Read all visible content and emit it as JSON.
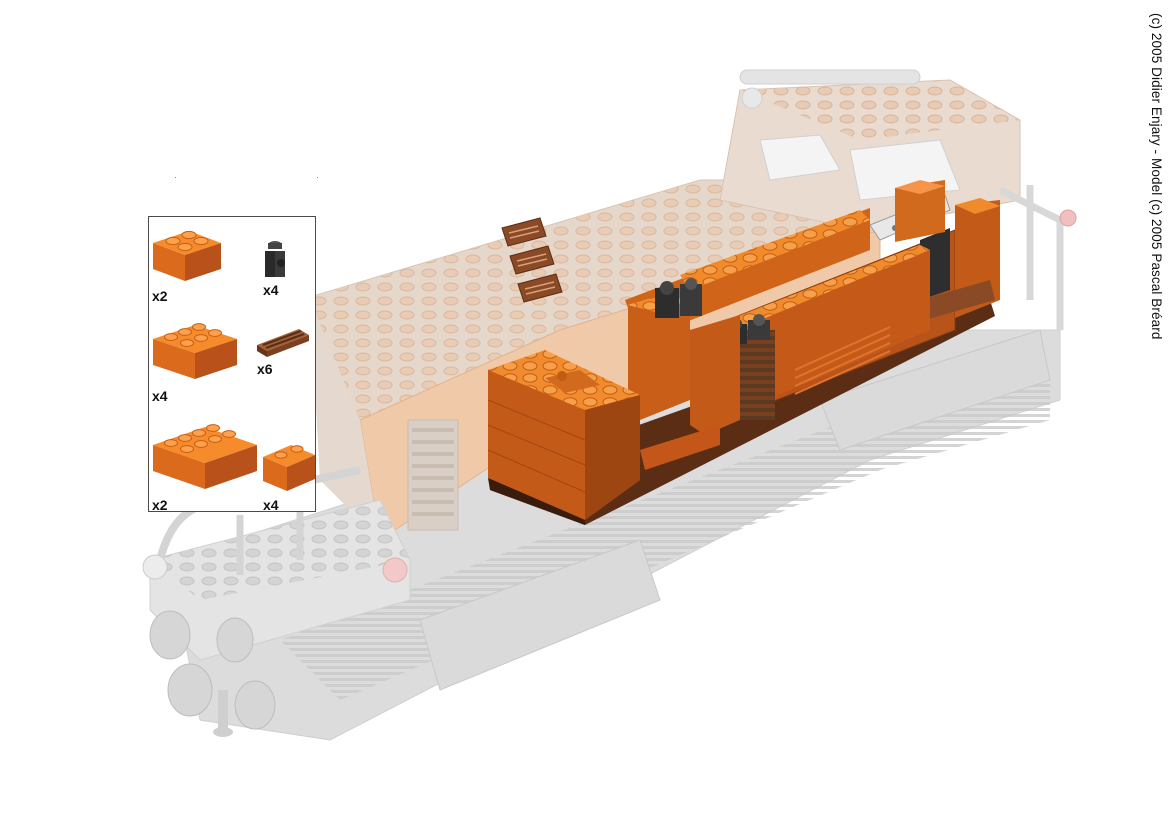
{
  "copyright": "(c) 2005 Didier Enjary - Model (c) 2005 Pascal Bréard",
  "parts": [
    {
      "name": "brick-2x2-orange",
      "qty": "x2"
    },
    {
      "name": "headlight-brick-black",
      "qty": "x4"
    },
    {
      "name": "brick-2x3-orange",
      "qty": "x4"
    },
    {
      "name": "grille-tile-brown",
      "qty": "x6"
    },
    {
      "name": "brick-2x4-orange",
      "qty": "x2"
    },
    {
      "name": "brick-1x2-orange",
      "qty": "x4"
    }
  ],
  "colors": {
    "orange_top": "#f08a2a",
    "orange_front": "#d8641a",
    "orange_side": "#b64e12",
    "brown": "#8a4a26",
    "ghost": "#e0e0e0"
  }
}
